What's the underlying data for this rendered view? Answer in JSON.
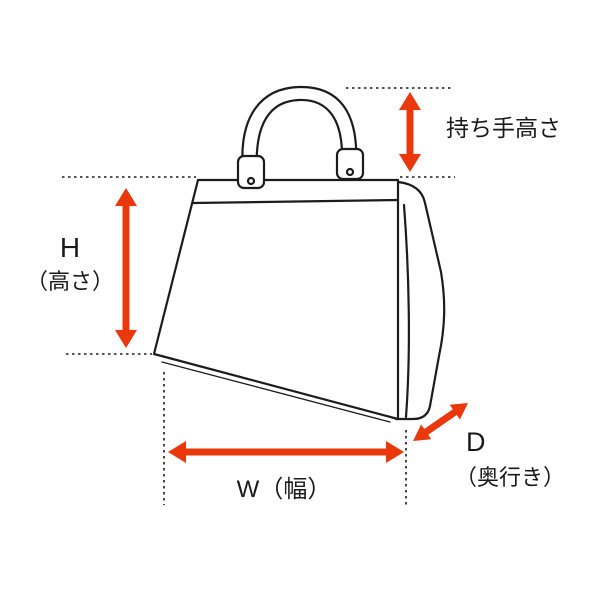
{
  "diagram": {
    "labels": {
      "handle_height": "持ち手高さ",
      "height_letter": "H",
      "height_name": "（高さ）",
      "width": "W（幅）",
      "depth_letter": "D",
      "depth_name": "（奥行き）"
    },
    "colors": {
      "arrow": "#e8380c",
      "line": "#1c1c1c",
      "background": "#ffffff"
    }
  }
}
